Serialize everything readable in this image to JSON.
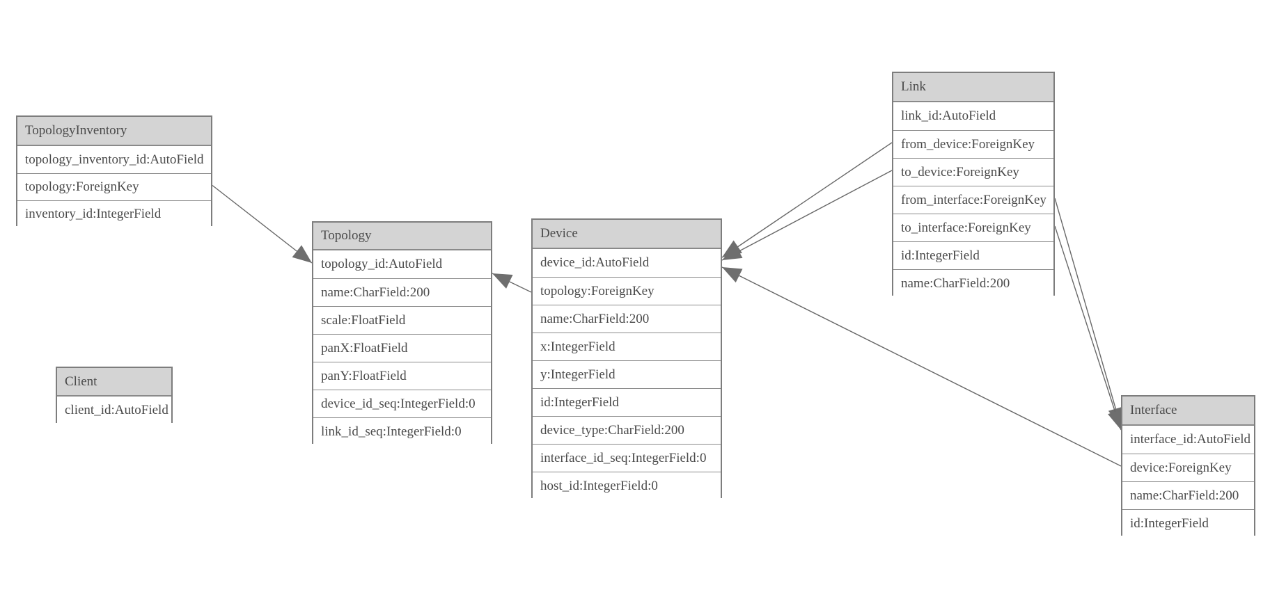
{
  "entities": [
    {
      "name": "TopologyInventory",
      "fields": [
        "topology_inventory_id:AutoField",
        "topology:ForeignKey",
        "inventory_id:IntegerField"
      ]
    },
    {
      "name": "Topology",
      "fields": [
        "topology_id:AutoField",
        "name:CharField:200",
        "scale:FloatField",
        "panX:FloatField",
        "panY:FloatField",
        "device_id_seq:IntegerField:0",
        "link_id_seq:IntegerField:0"
      ]
    },
    {
      "name": "Client",
      "fields": [
        "client_id:AutoField"
      ]
    },
    {
      "name": "Device",
      "fields": [
        "device_id:AutoField",
        "topology:ForeignKey",
        "name:CharField:200",
        "x:IntegerField",
        "y:IntegerField",
        "id:IntegerField",
        "device_type:CharField:200",
        "interface_id_seq:IntegerField:0",
        "host_id:IntegerField:0"
      ]
    },
    {
      "name": "Link",
      "fields": [
        "link_id:AutoField",
        "from_device:ForeignKey",
        "to_device:ForeignKey",
        "from_interface:ForeignKey",
        "to_interface:ForeignKey",
        "id:IntegerField",
        "name:CharField:200"
      ]
    },
    {
      "name": "Interface",
      "fields": [
        "interface_id:AutoField",
        "device:ForeignKey",
        "name:CharField:200",
        "id:IntegerField"
      ]
    }
  ],
  "relationships": [
    {
      "from": "TopologyInventory.topology",
      "to": "Topology.topology_id"
    },
    {
      "from": "Device.topology",
      "to": "Topology.topology_id"
    },
    {
      "from": "Link.from_device",
      "to": "Device.device_id"
    },
    {
      "from": "Link.to_device",
      "to": "Device.device_id"
    },
    {
      "from": "Interface.device",
      "to": "Device.device_id"
    },
    {
      "from": "Link.from_interface",
      "to": "Interface.interface_id"
    },
    {
      "from": "Link.to_interface",
      "to": "Interface.interface_id"
    }
  ],
  "colors": {
    "background": "#ffffff",
    "header_fill": "#d4d4d4",
    "border": "#7d7d7d",
    "text": "#4a4a4a",
    "edge_line": "#686868",
    "arrowhead": "#6e6e6e"
  }
}
